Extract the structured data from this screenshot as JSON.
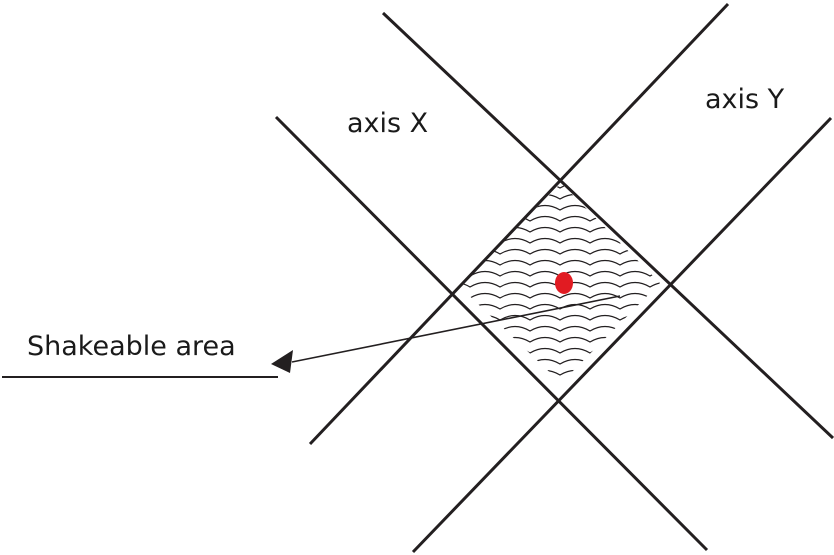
{
  "labels": {
    "axis_x": "axis X",
    "axis_y": "axis Y",
    "shakeable_area": "Shakeable area"
  },
  "colors": {
    "line": "#231f20",
    "marker": "#e11b22"
  }
}
